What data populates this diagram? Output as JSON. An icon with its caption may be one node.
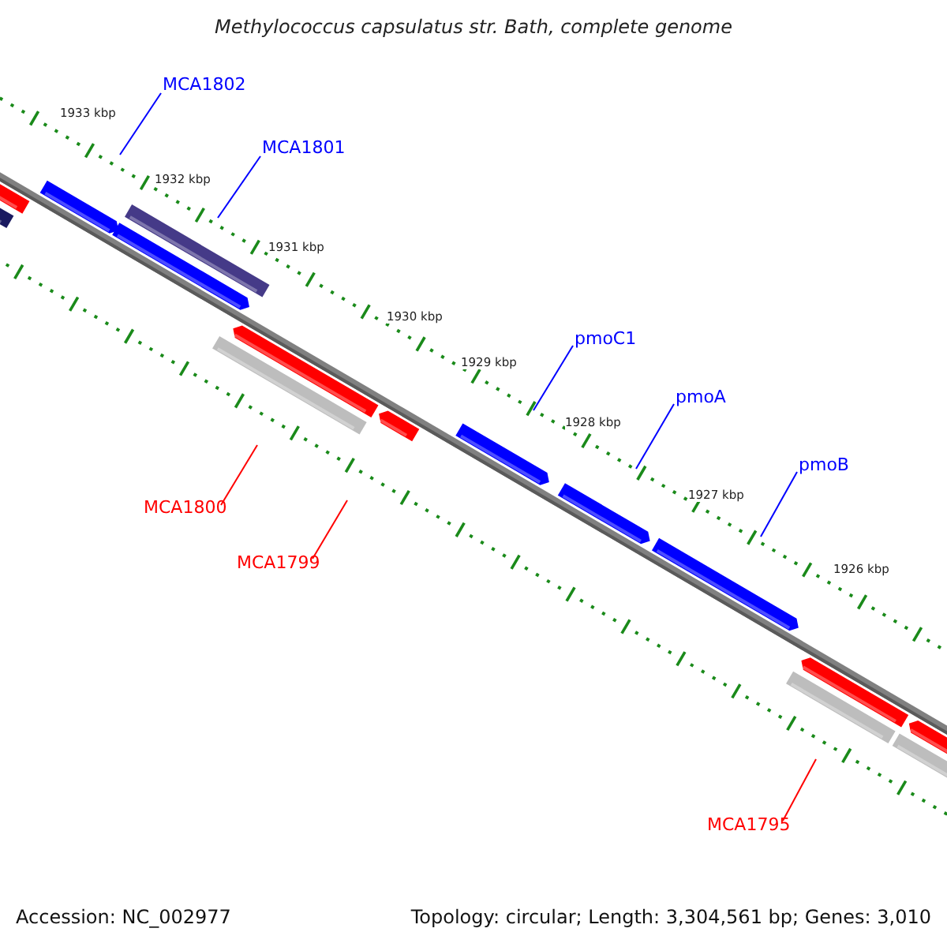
{
  "diagram": {
    "title": "Methylococcus capsulatus str. Bath, complete genome",
    "nodes": [
      {
        "text": [
          "MCA1802"
        ]
      },
      {
        "text": [
          "MCA1801"
        ]
      },
      {
        "text": [
          "pmoC1"
        ]
      },
      {
        "text": [
          "pmoA"
        ]
      },
      {
        "text": [
          "pmoB"
        ]
      },
      {
        "text": [
          "MCA1800"
        ]
      },
      {
        "text": [
          "MCA1799"
        ]
      },
      {
        "text": [
          "MCA1795"
        ]
      }
    ],
    "edges": [
      {
        "from": 0,
        "to": null,
        "arrow": "none"
      },
      {
        "from": 1,
        "to": null,
        "arrow": "none"
      },
      {
        "from": 2,
        "to": null,
        "arrow": "none"
      },
      {
        "from": 3,
        "to": null,
        "arrow": "none"
      },
      {
        "from": 4,
        "to": null,
        "arrow": "none"
      },
      {
        "from": 5,
        "to": null,
        "arrow": "none",
        "color": "#ff0000"
      },
      {
        "from": 6,
        "to": null,
        "arrow": "none",
        "color": "#ff0000"
      },
      {
        "from": 7,
        "to": null,
        "arrow": "none",
        "color": "#ff0000"
      }
    ],
    "labels": [
      "1933 kbp",
      "1932 kbp",
      "1931 kbp",
      "1930 kbp",
      "1929 kbp",
      "1928 kbp",
      "1927 kbp",
      "1926 kbp",
      "Accession: NC_002977",
      "Topology: circular; Length: 3,304,561 bp; Genes: 3,010"
    ]
  }
}
